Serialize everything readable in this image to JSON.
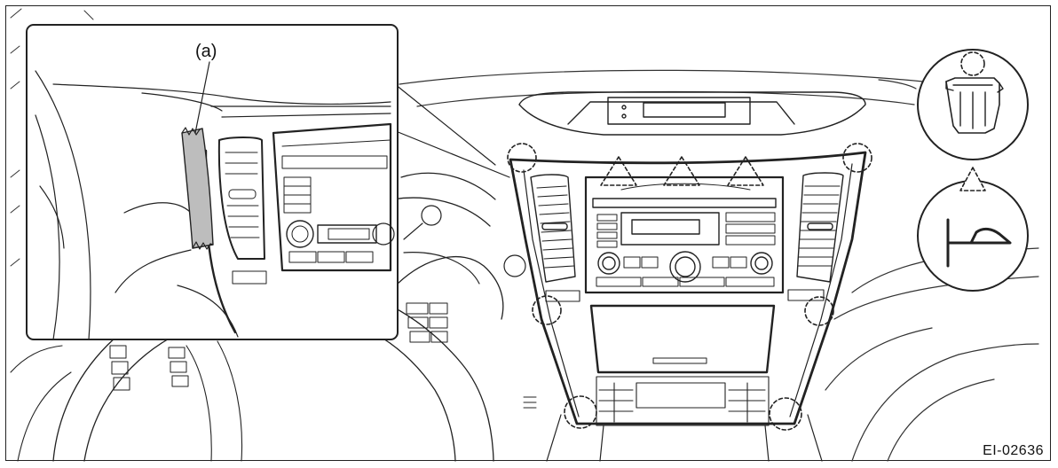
{
  "figure": {
    "callout_label": "(a)",
    "figure_id": "EI-02636"
  },
  "icons": {
    "clip_detail": "clip-icon",
    "clip_cross_section": "clip-cross-section-icon",
    "clip_location_marker": "dashed-circle-marker",
    "claw_location_marker": "dashed-triangle-marker"
  },
  "colors": {
    "line": "#222222",
    "tape": "#bdbdbd",
    "background": "#ffffff"
  }
}
